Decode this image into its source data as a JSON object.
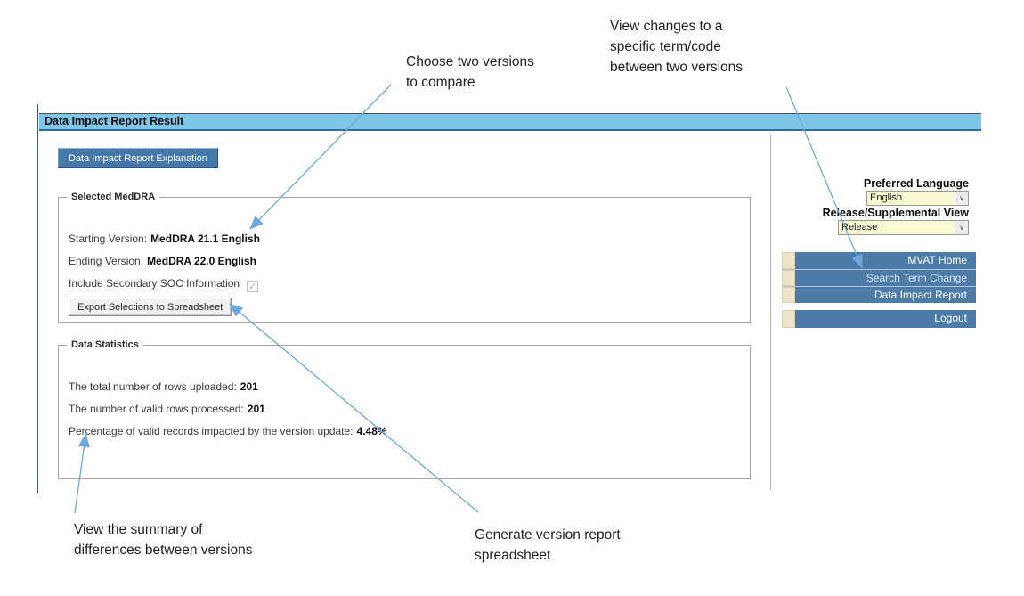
{
  "colors": {
    "header_bar": "#7ec5e6",
    "header_border": "#2f6d9e",
    "primary_button": "#4478aa",
    "nav_bar": "#4d7ba7",
    "nav_tab": "#ece3c9",
    "select_bg": "#fafad2",
    "arrow": "#6fa8dc"
  },
  "icons": {
    "checkmark": "✓",
    "dropdown_arrow": "∨"
  },
  "header": {
    "title": "Data Impact Report Result"
  },
  "main": {
    "explanation_button_label": "Data Impact Report Explanation",
    "selected_meddra": {
      "legend": "Selected MedDRA",
      "starting_label": "Starting Version:",
      "starting_value": "MedDRA 21.1 English",
      "ending_label": "Ending Version:",
      "ending_value": "MedDRA 22.0 English",
      "include_soc_label": "Include Secondary SOC Information",
      "include_soc_checked": true,
      "export_button_label": "Export Selections to Spreadsheet"
    },
    "data_statistics": {
      "legend": "Data Statistics",
      "rows": [
        {
          "label": "The total number of rows uploaded:",
          "value": "201"
        },
        {
          "label": "The number of valid rows processed:",
          "value": "201"
        },
        {
          "label": "Percentage of valid records impacted by the version update:",
          "value": "4.48%"
        }
      ]
    }
  },
  "sidebar": {
    "preferred_language": {
      "label": "Preferred Language",
      "value": "English"
    },
    "release_view": {
      "label": "Release/Supplemental View",
      "value": "Release"
    },
    "nav_items": [
      {
        "label": "MVAT Home"
      },
      {
        "label": "Search Term Change"
      },
      {
        "label": "Data Impact Report"
      }
    ],
    "logout_label": "Logout"
  },
  "annotations": {
    "choose_versions": "Choose two versions\nto compare",
    "view_changes": "View changes to a\nspecific term/code\nbetween two versions",
    "view_summary": "View the summary of\ndifferences between versions",
    "generate_spreadsheet": "Generate version report\nspreadsheet"
  }
}
